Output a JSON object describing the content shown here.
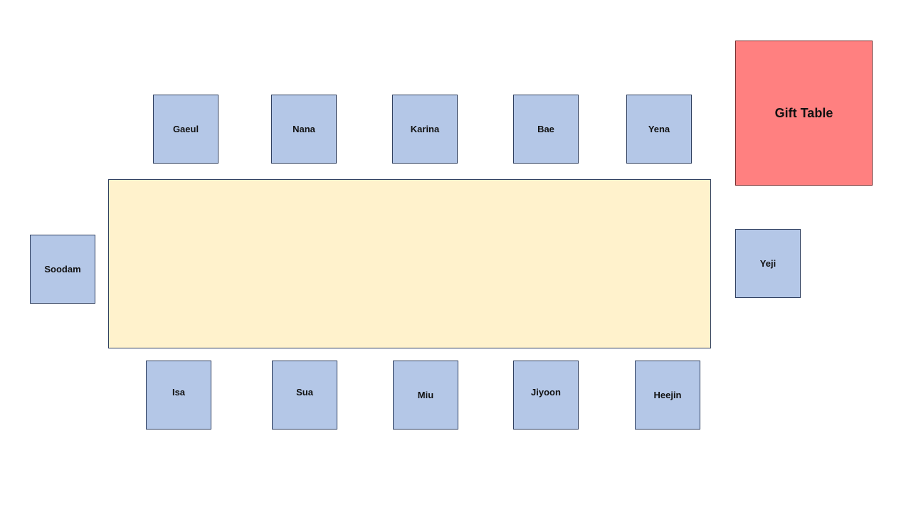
{
  "seats": {
    "top": [
      "Gaeul",
      "Nana",
      "Karina",
      "Bae",
      "Yena"
    ],
    "left": "Soodam",
    "right": "Yeji",
    "bottom": [
      "Isa",
      "Sua",
      "Miu",
      "Jiyoon",
      "Heejin"
    ]
  },
  "gift_table": {
    "label": "Gift Table"
  },
  "colors": {
    "seat_fill": "#b4c7e7",
    "table_fill": "#fff2cc",
    "gift_fill": "#ff8080",
    "border": "#2f3f5f"
  }
}
